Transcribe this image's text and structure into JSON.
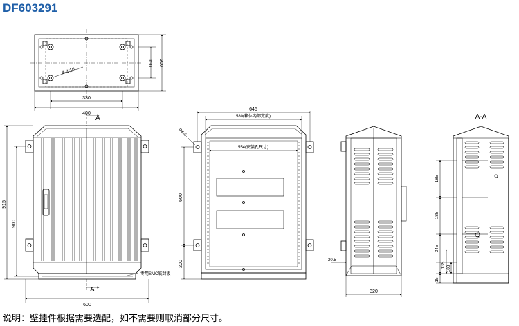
{
  "title": "DF603291",
  "note": "说明：壁挂件根据需要选配，如不需要则取消部分尺寸。",
  "top_view": {
    "dim_width_inner": "330",
    "dim_width_outer": "400",
    "dim_depth_inner": "150",
    "dim_depth_outer": "200",
    "hole_label": "4-Φ15"
  },
  "front_view": {
    "section_marker": "A",
    "dim_height_outer": "915",
    "dim_height_inner": "900",
    "dim_width": "600",
    "base_label": "专用SMC底封板"
  },
  "inner_view": {
    "dim_overall": "645",
    "dim_inner_width": "580(箱体内部宽度)",
    "dim_mount": "554(安装孔尺寸)",
    "dim_hole": "Φ6.5",
    "dim_vertical": "600",
    "dim_bottom": "200"
  },
  "side_view": {
    "dim_width": "320",
    "dim_offset": "20.5"
  },
  "section_view": {
    "label": "A-A",
    "dims": [
      "185",
      "185",
      "345",
      "135",
      "100",
      "15"
    ]
  }
}
